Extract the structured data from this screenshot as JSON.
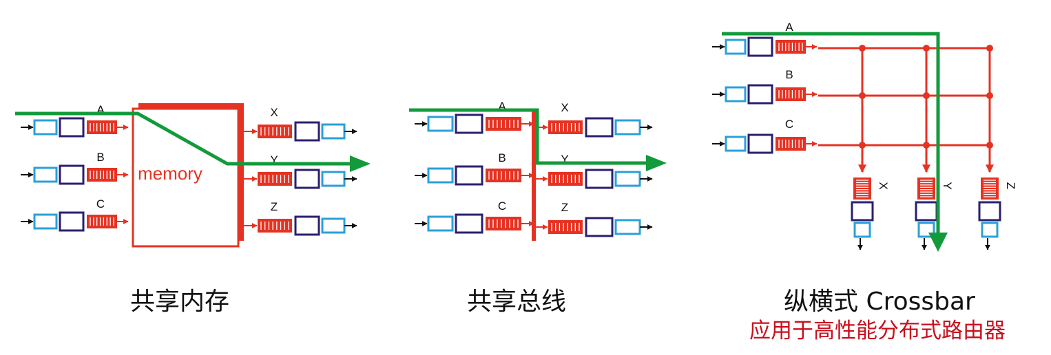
{
  "panels": {
    "shared_memory": {
      "memory_label": "memory",
      "inputs": [
        "A",
        "B",
        "C"
      ],
      "outputs": [
        "X",
        "Y",
        "Z"
      ],
      "caption": "共享内存"
    },
    "shared_bus": {
      "inputs": [
        "A",
        "B",
        "C"
      ],
      "outputs": [
        "X",
        "Y",
        "Z"
      ],
      "caption": "共享总线"
    },
    "crossbar": {
      "inputs": [
        "A",
        "B",
        "C"
      ],
      "outputs": [
        "X",
        "Y",
        "Z"
      ],
      "caption": "纵横式 Crossbar",
      "subcaption": "应用于高性能分布式路由器"
    }
  },
  "colors": {
    "red": "#e63222",
    "green": "#139a3b",
    "navy": "#2a1f6e",
    "blue": "#2aa0d8",
    "black": "#111111",
    "subcaption": "#c8101e"
  }
}
